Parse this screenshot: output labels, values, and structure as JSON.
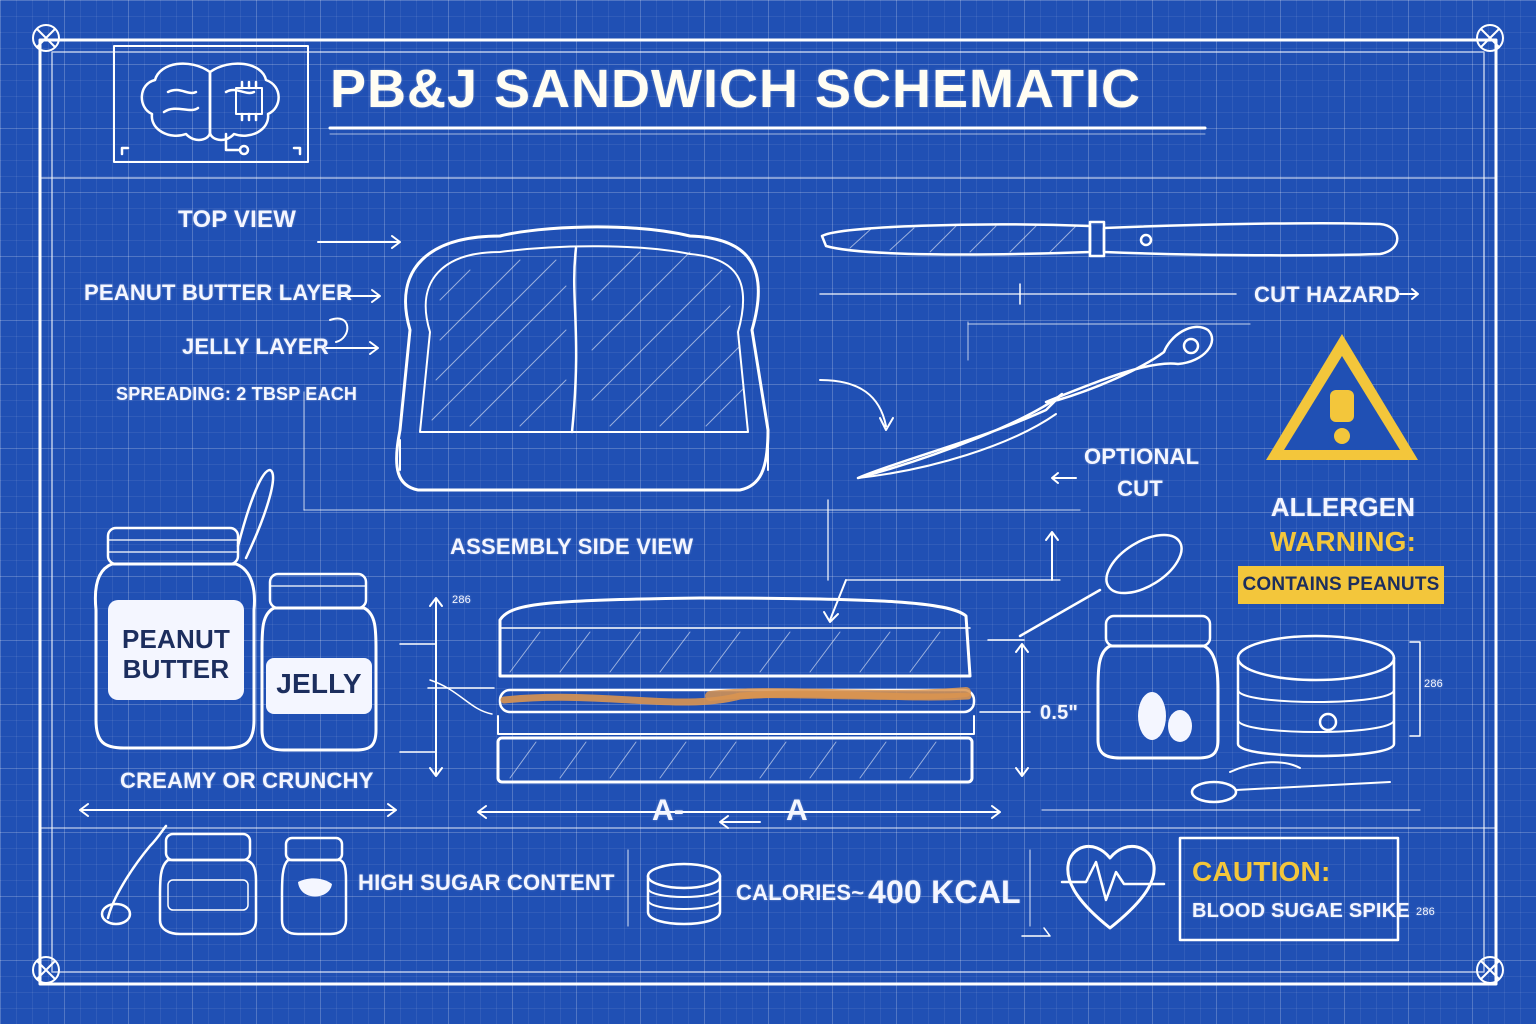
{
  "title": "PB&J SANDWICH SCHEMATIC",
  "labels": {
    "top_view": "TOP VIEW",
    "peanut_butter_layer": "PEANUT BUTTER LAYER",
    "jelly_layer": "JELLY LAYER",
    "spreading": "SPREADING: 2 TBSP EACH",
    "cut_hazard": "CUT HAZARD",
    "optional_cut_line1": "OPTIONAL",
    "optional_cut_line2": "CUT",
    "assembly_side_view": "ASSEMBLY SIDE VIEW",
    "creamy_or_crunchy": "CREAMY OR CRUNCHY",
    "thickness": "0.5\"",
    "section_left": "A-",
    "section_right": "A",
    "high_sugar": "HIGH SUGAR CONTENT",
    "calories_prefix": "CALORIES~",
    "calories_value": "400 KCAL",
    "dim_code": "286"
  },
  "jars": {
    "peanut_butter_line1": "PEANUT",
    "peanut_butter_line2": "BUTTER",
    "jelly": "JELLY"
  },
  "allergen": {
    "line1": "ALLERGEN",
    "line2": "WARNING:",
    "badge": "CONTAINS PEANUTS"
  },
  "caution": {
    "title": "CAUTION:",
    "text": "BLOOD SUGAE SPIKE"
  },
  "colors": {
    "blueprint_bg": "#2050b4",
    "line": "#ffffff",
    "warning_yellow": "#f3c63b",
    "peanut_butter_orange": "#d99450"
  },
  "icons": [
    "brain-chip-icon",
    "warning-triangle-icon",
    "heartbeat-icon",
    "corner-screw-icon"
  ]
}
